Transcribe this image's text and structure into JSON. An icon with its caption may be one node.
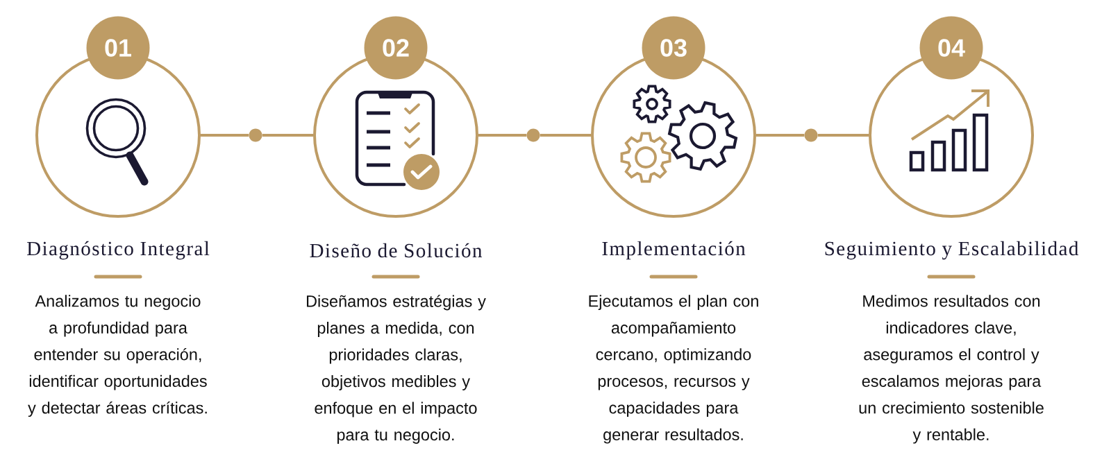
{
  "diagram": {
    "nodes": [
      {
        "text": [
          "01",
          "Diagnóstico Integral"
        ],
        "beside": [
          "Analizamos tu negocio a profundidad para entender su operación, identificar oportunidades y detectar áreas críticas."
        ]
      },
      {
        "text": [],
        "shape": "circle"
      },
      {
        "text": [
          "02",
          "Diseño de Solución"
        ],
        "beside": [
          "Diseñamos estratégias y planes a medida, con prioridades claras, objetivos medibles y enfoque en el impacto para tu negocio."
        ]
      },
      {
        "text": [],
        "shape": "circle"
      },
      {
        "text": [
          "03",
          "Implementación"
        ],
        "beside": [
          "Ejecutamos el plan con acompañamiento cercano, optimizando procesos, recursos y capacidades para generar resultados."
        ]
      },
      {
        "text": [],
        "shape": "circle"
      },
      {
        "text": [
          "04",
          "Seguimiento y Escalabilidad"
        ],
        "beside": [
          "Medimos resultados con indicadores clave, aseguramos el control y escalamos mejoras para un crecimiento sostenible y rentable."
        ]
      }
    ],
    "edges": [
      {
        "from": 0,
        "to": 1,
        "arrow": "none"
      },
      {
        "from": 1,
        "to": 2,
        "arrow": "none"
      },
      {
        "from": 2,
        "to": 3,
        "arrow": "none"
      },
      {
        "from": 3,
        "to": 4,
        "arrow": "none"
      },
      {
        "from": 4,
        "to": 5,
        "arrow": "none"
      },
      {
        "from": 5,
        "to": 6,
        "arrow": "none"
      }
    ]
  }
}
